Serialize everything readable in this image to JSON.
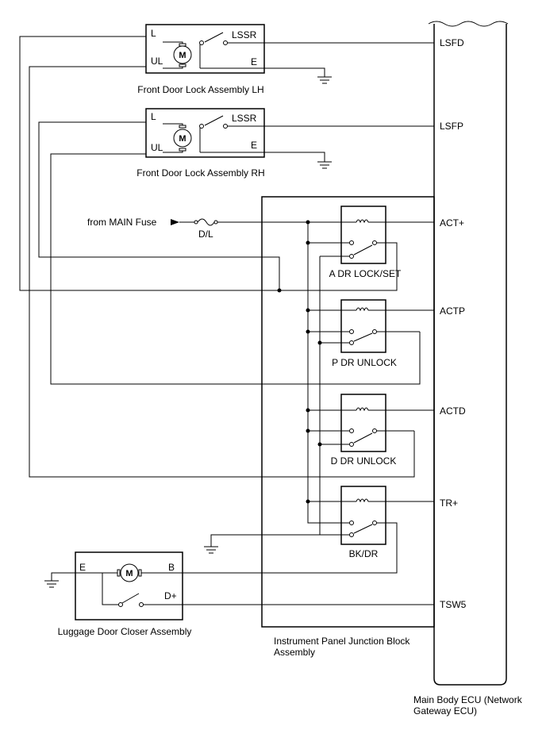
{
  "components": {
    "lock_lh": {
      "name": "Front Door Lock Assembly LH",
      "pins": {
        "l": "L",
        "ul": "UL",
        "lssr": "LSSR",
        "e": "E"
      }
    },
    "lock_rh": {
      "name": "Front Door Lock Assembly RH",
      "pins": {
        "l": "L",
        "ul": "UL",
        "lssr": "LSSR",
        "e": "E"
      }
    },
    "junction_block": {
      "name_line1": "Instrument Panel Junction Block",
      "name_line2": "Assembly"
    },
    "ecu": {
      "name_line1": "Main Body ECU (Network",
      "name_line2": "Gateway ECU)"
    },
    "luggage_closer": {
      "name": "Luggage Door Closer Assembly",
      "pins": {
        "e": "E",
        "b": "B",
        "dplus": "D+"
      }
    }
  },
  "source": {
    "label": "from MAIN Fuse",
    "fuse": "D/L"
  },
  "motor_symbol": "M",
  "relays": [
    {
      "label": "A DR LOCK/SET"
    },
    {
      "label": "P DR UNLOCK"
    },
    {
      "label": "D DR UNLOCK"
    },
    {
      "label": "BK/DR"
    }
  ],
  "ecu_pins": [
    "LSFD",
    "LSFP",
    "ACT+",
    "ACTP",
    "ACTD",
    "TR+",
    "TSW5"
  ],
  "icons": {
    "motor": "motor-icon",
    "ground": "ground-icon",
    "switch": "switch-icon",
    "fuse": "fuse-icon",
    "relay_coil": "relay-coil-icon",
    "arrow": "arrow-icon"
  }
}
